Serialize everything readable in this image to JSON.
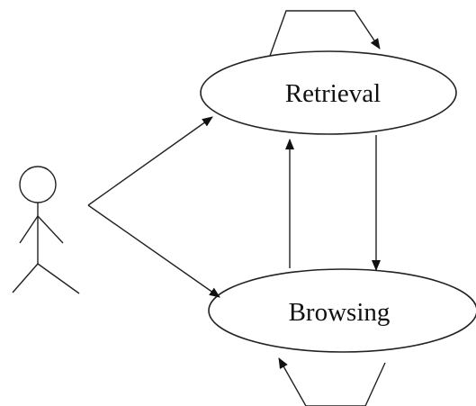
{
  "diagram": {
    "nodes": {
      "retrieval": {
        "label": "Retrieval"
      },
      "browsing": {
        "label": "Browsing"
      }
    },
    "actor": {
      "icon": "stick-figure-icon"
    },
    "edges": [
      {
        "from": "actor",
        "to": "retrieval"
      },
      {
        "from": "actor",
        "to": "browsing"
      },
      {
        "from": "retrieval",
        "to": "browsing"
      },
      {
        "from": "browsing",
        "to": "retrieval"
      },
      {
        "from": "retrieval",
        "to": "retrieval"
      },
      {
        "from": "browsing",
        "to": "browsing"
      }
    ],
    "colors": {
      "line": "#222222",
      "background": "#ffffff"
    }
  }
}
